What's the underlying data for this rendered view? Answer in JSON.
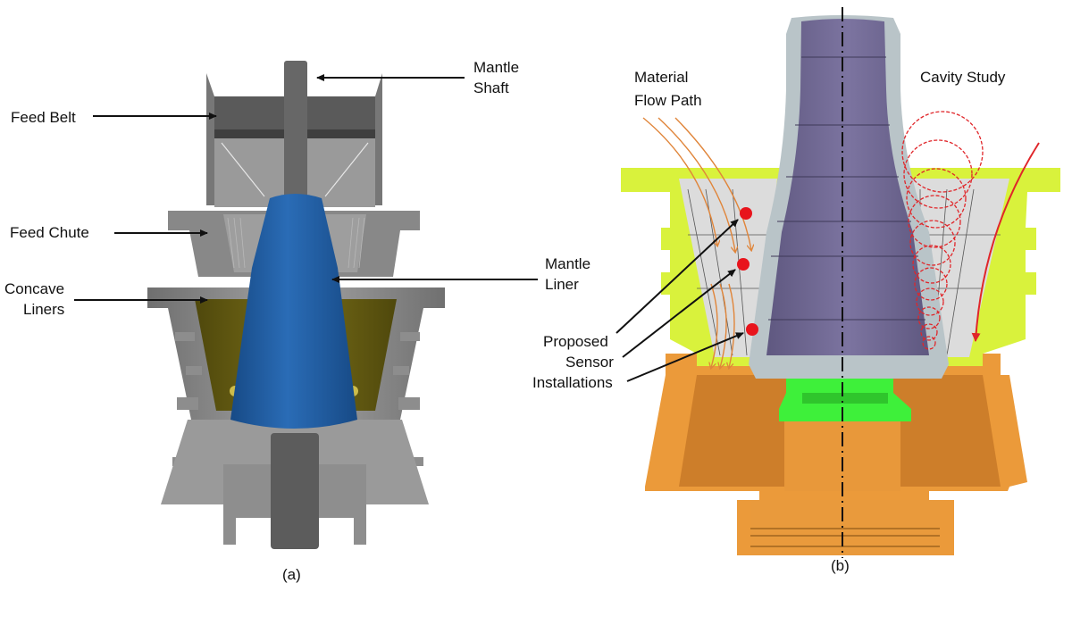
{
  "figure": {
    "panel_a": {
      "caption": "(a)",
      "labels": {
        "mantle_shaft": [
          "Mantle",
          "Shaft"
        ],
        "feed_belt": "Feed Belt",
        "feed_chute": "Feed Chute",
        "concave_liners": [
          "Concave",
          "Liners"
        ],
        "mantle_liner": [
          "Mantle",
          "Liner"
        ]
      }
    },
    "panel_b": {
      "caption": "(b)",
      "labels": {
        "material_flow_path": [
          "Material",
          "Flow Path"
        ],
        "cavity_study": "Cavity Study",
        "proposed_sensor": [
          "Proposed",
          "Sensor",
          "Installations"
        ]
      },
      "sensor_count": 3
    },
    "colors": {
      "mantle_blue": "#1f5a9e",
      "concave_olive": "#6b6212",
      "steel_gray": "#8a8a8a",
      "mantle_purple": "#6e6790",
      "liner_lightgray": "#b9c4c8",
      "bowl_yellowgreen": "#d9f23c",
      "frame_orange": "#eb9a3a",
      "socket_green": "#3ef03a",
      "sensor_red": "#e8141c",
      "flow_orange": "#e0853a",
      "cavity_red": "#e0262a"
    }
  }
}
